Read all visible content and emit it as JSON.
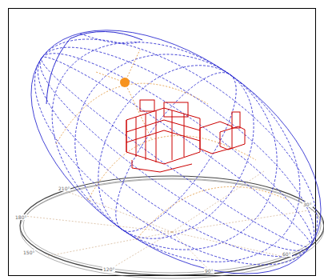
{
  "diagram": {
    "labels": [
      "210°",
      "180°",
      "150°",
      "120°",
      "90°",
      "60°",
      "30°"
    ]
  }
}
